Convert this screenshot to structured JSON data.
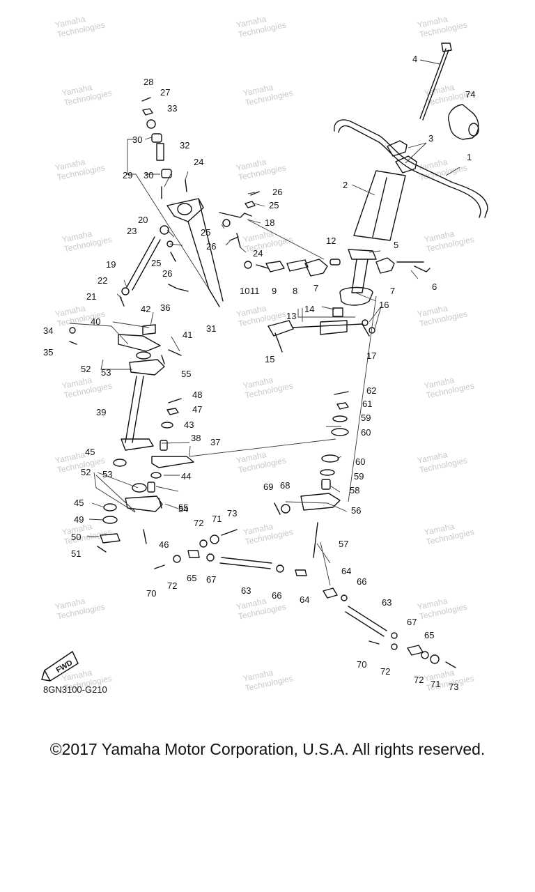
{
  "diagram": {
    "drawing_code": "8GN3100-G210",
    "fwd_badge": "FWD",
    "watermark_lines": [
      "Yamaha",
      "Technologies"
    ],
    "callouts": [
      {
        "id": "c1",
        "text": "1"
      },
      {
        "id": "c2",
        "text": "2"
      },
      {
        "id": "c3",
        "text": "3"
      },
      {
        "id": "c4",
        "text": "4"
      },
      {
        "id": "c5",
        "text": "5"
      },
      {
        "id": "c6",
        "text": "6"
      },
      {
        "id": "c7a",
        "text": "7"
      },
      {
        "id": "c7b",
        "text": "7"
      },
      {
        "id": "c8",
        "text": "8"
      },
      {
        "id": "c9",
        "text": "9"
      },
      {
        "id": "c10",
        "text": "10"
      },
      {
        "id": "c11",
        "text": "11"
      },
      {
        "id": "c12",
        "text": "12"
      },
      {
        "id": "c13",
        "text": "13"
      },
      {
        "id": "c14",
        "text": "14"
      },
      {
        "id": "c15",
        "text": "15"
      },
      {
        "id": "c16",
        "text": "16"
      },
      {
        "id": "c17",
        "text": "17"
      },
      {
        "id": "c18",
        "text": "18"
      },
      {
        "id": "c19",
        "text": "19"
      },
      {
        "id": "c20",
        "text": "20"
      },
      {
        "id": "c21",
        "text": "21"
      },
      {
        "id": "c22",
        "text": "22"
      },
      {
        "id": "c23",
        "text": "23"
      },
      {
        "id": "c24a",
        "text": "24"
      },
      {
        "id": "c24b",
        "text": "24"
      },
      {
        "id": "c25a",
        "text": "25"
      },
      {
        "id": "c25b",
        "text": "25"
      },
      {
        "id": "c25c",
        "text": "25"
      },
      {
        "id": "c26a",
        "text": "26"
      },
      {
        "id": "c26b",
        "text": "26"
      },
      {
        "id": "c26c",
        "text": "26"
      },
      {
        "id": "c27",
        "text": "27"
      },
      {
        "id": "c28",
        "text": "28"
      },
      {
        "id": "c29",
        "text": "29"
      },
      {
        "id": "c30a",
        "text": "30"
      },
      {
        "id": "c30b",
        "text": "30"
      },
      {
        "id": "c31",
        "text": "31"
      },
      {
        "id": "c32",
        "text": "32"
      },
      {
        "id": "c33",
        "text": "33"
      },
      {
        "id": "c34",
        "text": "34"
      },
      {
        "id": "c35",
        "text": "35"
      },
      {
        "id": "c36",
        "text": "36"
      },
      {
        "id": "c37",
        "text": "37"
      },
      {
        "id": "c38",
        "text": "38"
      },
      {
        "id": "c39",
        "text": "39"
      },
      {
        "id": "c40",
        "text": "40"
      },
      {
        "id": "c41",
        "text": "41"
      },
      {
        "id": "c42",
        "text": "42"
      },
      {
        "id": "c43",
        "text": "43"
      },
      {
        "id": "c44",
        "text": "44"
      },
      {
        "id": "c45a",
        "text": "45"
      },
      {
        "id": "c45b",
        "text": "45"
      },
      {
        "id": "c46",
        "text": "46"
      },
      {
        "id": "c47",
        "text": "47"
      },
      {
        "id": "c48",
        "text": "48"
      },
      {
        "id": "c49",
        "text": "49"
      },
      {
        "id": "c50",
        "text": "50"
      },
      {
        "id": "c51",
        "text": "51"
      },
      {
        "id": "c52a",
        "text": "52"
      },
      {
        "id": "c52b",
        "text": "52"
      },
      {
        "id": "c53a",
        "text": "53"
      },
      {
        "id": "c53b",
        "text": "53"
      },
      {
        "id": "c54",
        "text": "54"
      },
      {
        "id": "c55a",
        "text": "55"
      },
      {
        "id": "c55b",
        "text": "55"
      },
      {
        "id": "c56",
        "text": "56"
      },
      {
        "id": "c57",
        "text": "57"
      },
      {
        "id": "c58",
        "text": "58"
      },
      {
        "id": "c59a",
        "text": "59"
      },
      {
        "id": "c59b",
        "text": "59"
      },
      {
        "id": "c60a",
        "text": "60"
      },
      {
        "id": "c60b",
        "text": "60"
      },
      {
        "id": "c61",
        "text": "61"
      },
      {
        "id": "c62",
        "text": "62"
      },
      {
        "id": "c63a",
        "text": "63"
      },
      {
        "id": "c63b",
        "text": "63"
      },
      {
        "id": "c64a",
        "text": "64"
      },
      {
        "id": "c64b",
        "text": "64"
      },
      {
        "id": "c65a",
        "text": "65"
      },
      {
        "id": "c65b",
        "text": "65"
      },
      {
        "id": "c66a",
        "text": "66"
      },
      {
        "id": "c66b",
        "text": "66"
      },
      {
        "id": "c67a",
        "text": "67"
      },
      {
        "id": "c67b",
        "text": "67"
      },
      {
        "id": "c68",
        "text": "68"
      },
      {
        "id": "c69",
        "text": "69"
      },
      {
        "id": "c70a",
        "text": "70"
      },
      {
        "id": "c70b",
        "text": "70"
      },
      {
        "id": "c71a",
        "text": "71"
      },
      {
        "id": "c71b",
        "text": "71"
      },
      {
        "id": "c72a",
        "text": "72"
      },
      {
        "id": "c72b",
        "text": "72"
      },
      {
        "id": "c72c",
        "text": "72"
      },
      {
        "id": "c72d",
        "text": "72"
      },
      {
        "id": "c73a",
        "text": "73"
      },
      {
        "id": "c73b",
        "text": "73"
      },
      {
        "id": "c74",
        "text": "74"
      }
    ]
  },
  "footer": {
    "copyright": "©2017 Yamaha Motor Corporation, U.S.A. All rights reserved."
  }
}
